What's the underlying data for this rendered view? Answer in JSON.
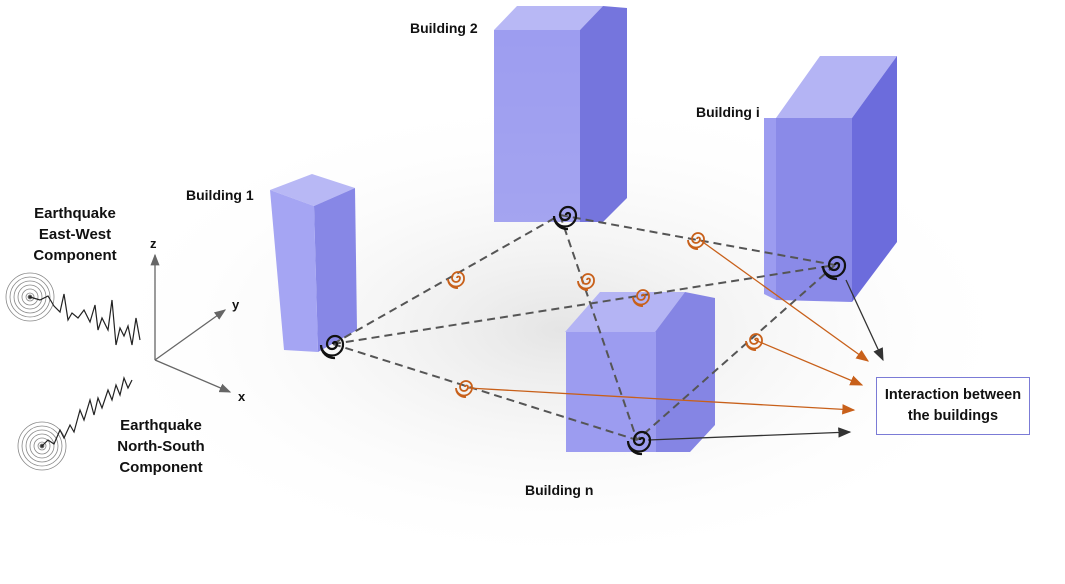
{
  "labels": {
    "building_1": "Building 1",
    "building_2": "Building 2",
    "building_i": "Building i",
    "building_n": "Building n",
    "ew_line1": "Earthquake",
    "ew_line2": "East-West",
    "ew_line3": "Component",
    "ns_line1": "Earthquake",
    "ns_line2": "North-South",
    "ns_line3": "Component",
    "interaction_line1": "Interaction between",
    "interaction_line2": "the buildings"
  },
  "axes": {
    "x": "x",
    "y": "y",
    "z": "z"
  },
  "colors": {
    "building_front": "#9a9af0",
    "building_side": "#7070dd",
    "building_top": "#b4b4f4",
    "spring_dark": "#111111",
    "spring_orange": "#c8601a",
    "arrow_orange": "#c8601a",
    "arrow_dark": "#333333",
    "dashed_link": "#555555",
    "box_border": "#7b7bd6"
  }
}
